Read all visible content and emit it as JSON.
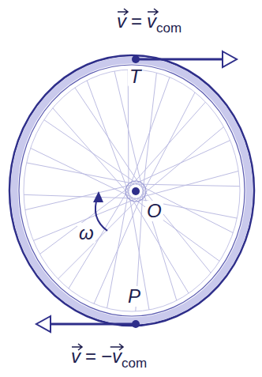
{
  "diagram": {
    "labels": [
      "v",
      "=",
      "v",
      "com",
      "T",
      "ω",
      "O",
      "P",
      "v",
      "=",
      "−v",
      "com"
    ]
  }
}
